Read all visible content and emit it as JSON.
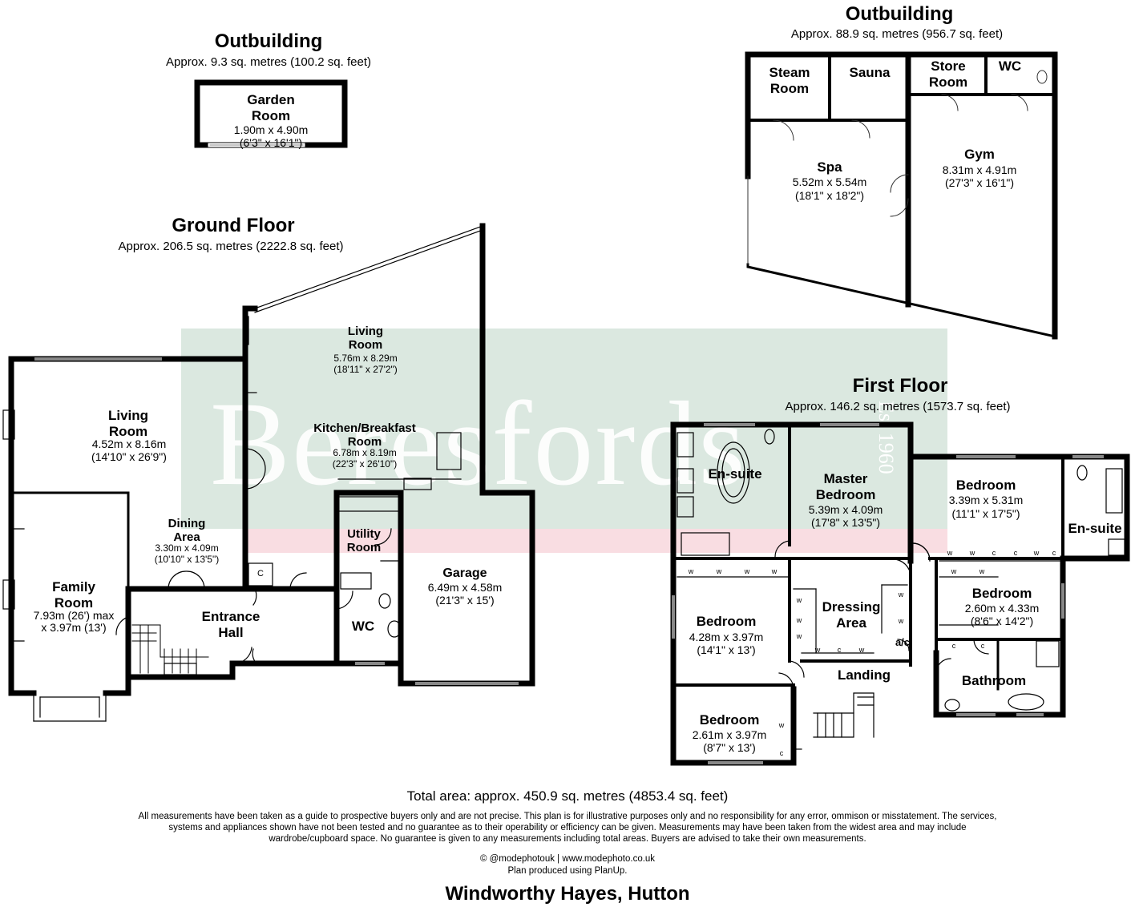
{
  "outbuilding_small": {
    "title": "Outbuilding",
    "area": "Approx. 9.3 sq. metres (100.2 sq. feet)",
    "room": {
      "name": "Garden\nRoom",
      "dims": "1.90m x 4.90m",
      "imperial": "(6'3\" x 16'1\")"
    }
  },
  "outbuilding_large": {
    "title": "Outbuilding",
    "area": "Approx. 88.9 sq. metres (956.7 sq. feet)",
    "rooms": {
      "steam": "Steam\nRoom",
      "sauna": "Sauna",
      "store": "Store\nRoom",
      "wc": "WC",
      "spa": {
        "name": "Spa",
        "dims": "5.52m x 5.54m",
        "imperial": "(18'1\" x 18'2\")"
      },
      "gym": {
        "name": "Gym",
        "dims": "8.31m x 4.91m",
        "imperial": "(27'3\" x 16'1\")"
      }
    }
  },
  "ground_floor": {
    "title": "Ground Floor",
    "area": "Approx. 206.5 sq. metres (2222.8 sq. feet)",
    "rooms": {
      "living_big": {
        "name": "Living\nRoom",
        "dims": "5.76m x 8.29m",
        "imperial": "(18'11\" x 27'2\")"
      },
      "living_left": {
        "name": "Living\nRoom",
        "dims": "4.52m x 8.16m",
        "imperial": "(14'10\" x 26'9\")"
      },
      "kitchen": {
        "name": "Kitchen/Breakfast\nRoom",
        "dims": "6.78m x 8.19m",
        "imperial": "(22'3\" x 26'10\")"
      },
      "dining": {
        "name": "Dining\nArea",
        "dims": "3.30m x 4.09m",
        "imperial": "(10'10\" x 13'5\")"
      },
      "family": {
        "name": "Family\nRoom",
        "dims": "7.93m (26') max",
        "imperial": "x 3.97m (13')"
      },
      "entrance": "Entrance\nHall",
      "utility": "Utility\nRoom",
      "wc": "WC",
      "garage": {
        "name": "Garage",
        "dims": "6.49m x 4.58m",
        "imperial": "(21'3\" x 15')"
      },
      "cupboard": "C"
    }
  },
  "first_floor": {
    "title": "First Floor",
    "area": "Approx. 146.2 sq. metres (1573.7 sq. feet)",
    "rooms": {
      "ensuite_a": "En-suite",
      "master": {
        "name": "Master\nBedroom",
        "dims": "5.39m x 4.09m",
        "imperial": "(17'8\" x 13'5\")"
      },
      "bedroom_tr": {
        "name": "Bedroom",
        "dims": "3.39m x 5.31m",
        "imperial": "(11'1\" x 17'5\")"
      },
      "ensuite_b": "En-suite",
      "bedroom_ml": {
        "name": "Bedroom",
        "dims": "4.28m x 3.97m",
        "imperial": "(14'1\" x 13')"
      },
      "dressing": "Dressing\nArea",
      "bedroom_mr": {
        "name": "Bedroom",
        "dims": "2.60m x 4.33m",
        "imperial": "(8'6\" x 14'2\")"
      },
      "landing": "Landing",
      "bathroom": "Bathroom",
      "bedroom_bl": {
        "name": "Bedroom",
        "dims": "2.61m x 3.97m",
        "imperial": "(8'7\" x 13')"
      },
      "ac": "a/c"
    }
  },
  "watermark": {
    "text": "Beresfords",
    "est": "Est 1960"
  },
  "total_area": "Total area: approx. 450.9 sq. metres (4853.4 sq. feet)",
  "disclaimer": "All measurements have been taken as a guide to prospective buyers only and are not precise. This plan is for illustrative purposes only and no responsibility for any error, ommison or misstatement. The services, systems and appliances shown have not been tested and no guarantee as to their operability or efficiency can be given. Measurements may have been taken from the widest area and may include wardrobe/cupboard space. No guarantee is given to any measurements including total areas. Buyers are advised to take their own measurements.",
  "credit": "© @modephotouk | www.modephoto.co.uk",
  "planup": "Plan produced using PlanUp.",
  "property_name": "Windworthy Hayes, Hutton"
}
